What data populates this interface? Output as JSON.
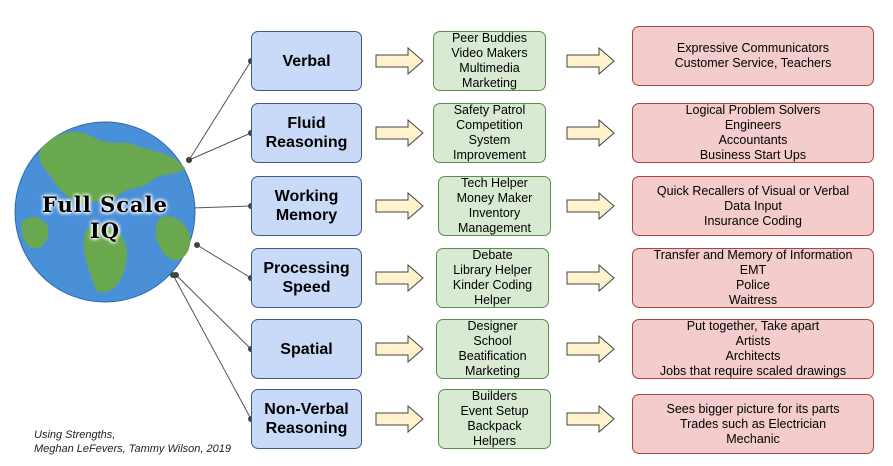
{
  "globe": {
    "title_lines": [
      "Full Scale",
      "IQ"
    ]
  },
  "colors": {
    "category_fill": "#c9daf8",
    "activity_fill": "#d9ead3",
    "career_fill": "#f4cccc",
    "arrow_fill": "#fff2cc",
    "ocean": "#4a90d9",
    "land": "#6aa84f"
  },
  "icons": {
    "connector": "dot-connector",
    "flow": "right-block-arrow",
    "globe": "earth-globe-icon"
  },
  "rows": [
    {
      "category": [
        "Verbal"
      ],
      "activities": [
        "Peer Buddies",
        "Video Makers",
        "Multimedia",
        "Marketing"
      ],
      "careers": [
        "Expressive Communicators",
        "Customer Service, Teachers"
      ]
    },
    {
      "category": [
        "Fluid",
        "Reasoning"
      ],
      "activities": [
        "Safety Patrol",
        "Competition",
        "System",
        "Improvement"
      ],
      "careers": [
        "Logical Problem Solvers",
        "Engineers",
        "Accountants",
        "Business Start Ups"
      ]
    },
    {
      "category": [
        "Working",
        "Memory"
      ],
      "activities": [
        "Tech Helper",
        "Money Maker",
        "Inventory",
        "Management"
      ],
      "careers": [
        "Quick Recallers of Visual or Verbal",
        "Data Input",
        "Insurance Coding"
      ]
    },
    {
      "category": [
        "Processing",
        "Speed"
      ],
      "activities": [
        "Debate",
        "Library Helper",
        "Kinder Coding",
        "Helper"
      ],
      "careers": [
        "Transfer and Memory of Information",
        "EMT",
        "Police",
        "Waitress"
      ]
    },
    {
      "category": [
        "Spatial"
      ],
      "activities": [
        "Designer",
        "School",
        "Beatification",
        "Marketing"
      ],
      "careers": [
        "Put together, Take apart",
        "Artists",
        "Architects",
        "Jobs that require scaled drawings"
      ]
    },
    {
      "category": [
        "Non-Verbal",
        "Reasoning"
      ],
      "activities": [
        "Builders",
        "Event Setup",
        "Backpack",
        "Helpers"
      ],
      "careers": [
        "Sees bigger picture for its parts",
        "Trades such as Electrician",
        "Mechanic"
      ]
    }
  ],
  "credit": [
    "Using Strengths,",
    "Meghan LeFevers, Tammy Wilson, 2019"
  ]
}
